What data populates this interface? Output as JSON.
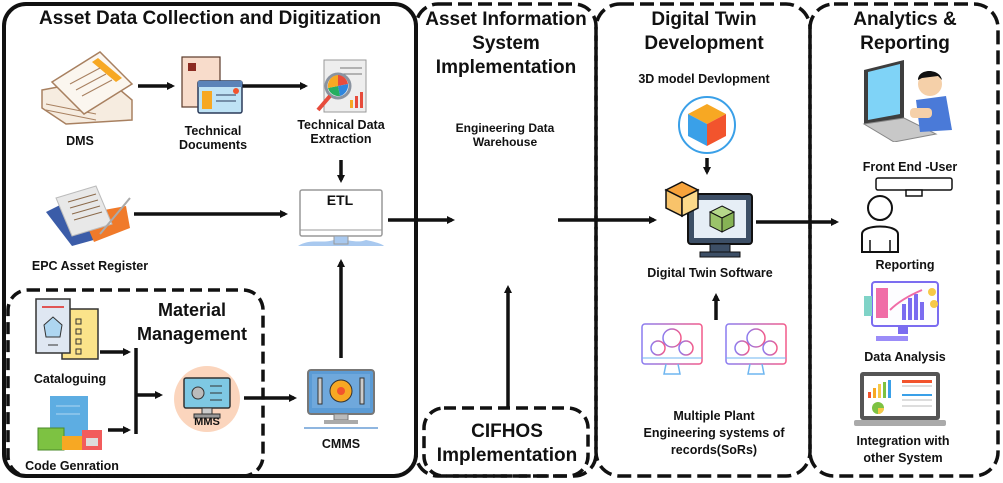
{
  "sections": {
    "collection": {
      "title": "Asset Data Collection and Digitization",
      "dms": "DMS",
      "technical_documents": "Technical Documents",
      "technical_data_extraction": "Technical Data Extraction",
      "epc_asset_register": "EPC Asset Register",
      "etl": "ETL",
      "cmms": "CMMS",
      "material_management": {
        "title": "Material Management",
        "cataloguing": "Cataloguing",
        "code_generation": "Code Genration",
        "mms": "MMS"
      }
    },
    "ais": {
      "title": "Asset Information System Implementation",
      "warehouse": "Engineering Data Warehouse",
      "cifhos": "CIFHOS Implementation"
    },
    "digital_twin": {
      "title": "Digital Twin Development",
      "model_3d": "3D model Devlopment",
      "software": "Digital Twin Software",
      "sors": "Multiple Plant Engineering systems of records(SoRs)"
    },
    "analytics": {
      "title": "Analytics & Reporting",
      "front_end": "Front End -User",
      "reporting": "Reporting",
      "data_analysis": "Data Analysis",
      "integration": "Integration with other System"
    }
  },
  "colors": {
    "border": "#111111",
    "accent_orange": "#f7a823",
    "accent_blue": "#3aa0e8",
    "accent_red": "#f2542d"
  }
}
